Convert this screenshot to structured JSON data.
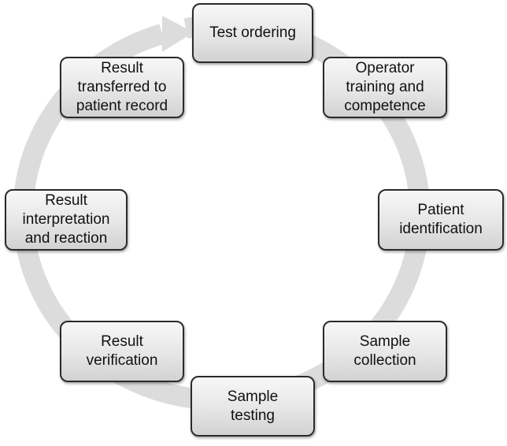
{
  "steps": [
    {
      "label": "Test ordering"
    },
    {
      "label": "Operator\ntraining and\ncompetence"
    },
    {
      "label": "Patient\nidentification"
    },
    {
      "label": "Sample\ncollection"
    },
    {
      "label": "Sample\ntesting"
    },
    {
      "label": "Result\nverification"
    },
    {
      "label": "Result\ninterpretation\nand reaction"
    },
    {
      "label": "Result\ntransferred to\npatient record"
    }
  ],
  "colors": {
    "ring": "#dcdcdc",
    "box_border": "#2b2b2b",
    "box_fill_top": "#f7f7f7",
    "box_fill_bottom": "#d2d2d2"
  }
}
